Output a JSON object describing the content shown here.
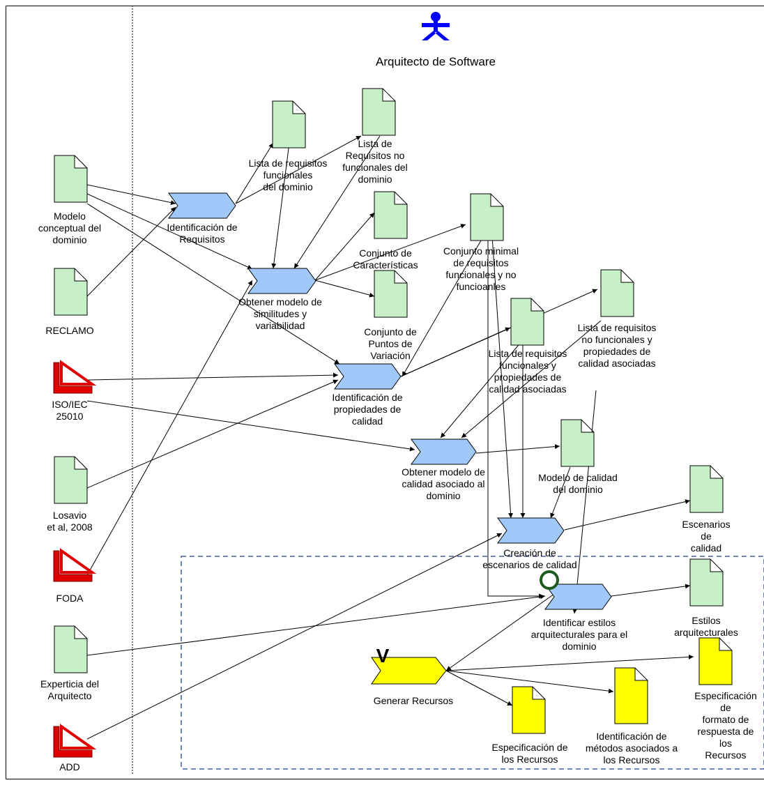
{
  "role": {
    "label": "Arquitecto de Software",
    "icon": "actor-icon"
  },
  "colors": {
    "artifact": "#c8f0c8",
    "activity": "#a0c8f8",
    "resource": "#ffff00",
    "guide": "#e00000",
    "stroke": "#000000"
  },
  "inputs": {
    "modelo": "Modelo\nconceptual del\ndominio",
    "reclamo": "RECLAMO",
    "iso": "ISO/IEC\n25010",
    "losavio": "Losavio\net al, 2008",
    "foda": "FODA",
    "experticia": "Experticia del\nArquitecto",
    "add": "ADD"
  },
  "activities": {
    "a1": "Identificación de\nRequisitos",
    "a2": "Obtener modelo de\nsimilitudes y\nvariabilidad",
    "a3": "Identificación de\npropiedades de\ncalidad",
    "a4": "Obtener modelo de\ncalidad asociado al\ndominio",
    "a5": "Creación de\nescenarios de calidad",
    "a6": "Identificar estilos\narquitecturales para el\ndominio",
    "a7": "Generar Recursos"
  },
  "artifacts": {
    "o1": "Lista de requisitos\nfuncionales\ndel dominio",
    "o2": "Lista de\nRequisitos no\nfuncionales del\ndominio",
    "o3": "Conjunto de\nCaracterísticas",
    "o4": "Conjunto minimal\nde requisitos\nfuncionales y no\nfuncioanles",
    "o5": "Conjunto de\nPuntos de\nVariación",
    "o6": "Lista de requisitos\nfuncionales y\npropiedades de\ncalidad asociadas",
    "o7": "Lista de requisitos\nno funcionales y\npropiedades de\ncalidad asociadas",
    "o8": "Modelo de calidad\ndel dominio",
    "o9": "Escenarios de\ncalidad",
    "o10": "Estilos\narquitecturales",
    "r1": "Especificación de\nlos Recursos",
    "r2": "Identificación de\nmétodos asociados a\nlos Recursos",
    "r3": "Especificación de\nformato de\nrespuesta de los\nRecursos"
  },
  "marker_v": "V"
}
